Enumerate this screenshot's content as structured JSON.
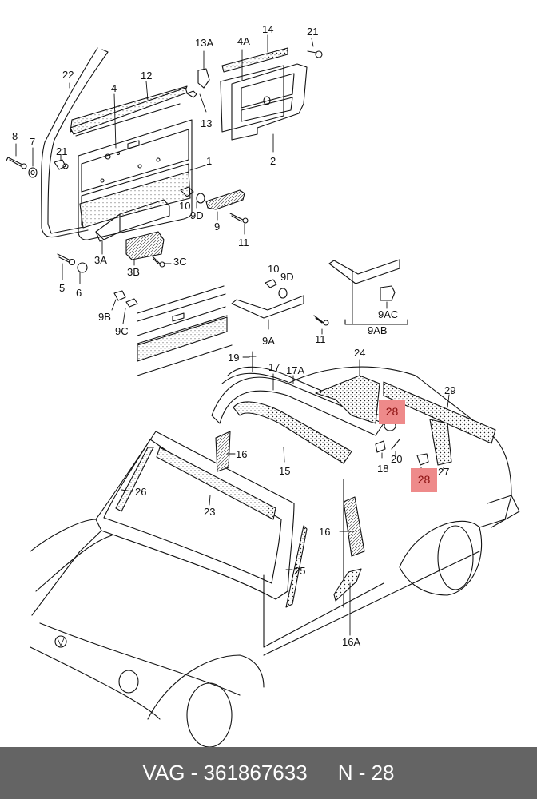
{
  "footer": {
    "brand": "VAG",
    "part_number": "361867633",
    "part_text": "VAG - 361867633",
    "position_text": "N - 28"
  },
  "highlight_color": "#ee8a8a",
  "highlighted_callout": "28",
  "callouts": [
    {
      "id": "22",
      "text": "22"
    },
    {
      "id": "4",
      "text": "4"
    },
    {
      "id": "12",
      "text": "12"
    },
    {
      "id": "13A",
      "text": "13A"
    },
    {
      "id": "4A",
      "text": "4A"
    },
    {
      "id": "14",
      "text": "14"
    },
    {
      "id": "21a",
      "text": "21"
    },
    {
      "id": "8",
      "text": "8"
    },
    {
      "id": "7",
      "text": "7"
    },
    {
      "id": "21b",
      "text": "21"
    },
    {
      "id": "13",
      "text": "13"
    },
    {
      "id": "1",
      "text": "1"
    },
    {
      "id": "2",
      "text": "2"
    },
    {
      "id": "10a",
      "text": "10"
    },
    {
      "id": "9Da",
      "text": "9D"
    },
    {
      "id": "9a",
      "text": "9"
    },
    {
      "id": "11a",
      "text": "11"
    },
    {
      "id": "3A",
      "text": "3A"
    },
    {
      "id": "3B",
      "text": "3B"
    },
    {
      "id": "3C",
      "text": "3C"
    },
    {
      "id": "5",
      "text": "5"
    },
    {
      "id": "6",
      "text": "6"
    },
    {
      "id": "10b",
      "text": "10"
    },
    {
      "id": "9Db",
      "text": "9D"
    },
    {
      "id": "9AC",
      "text": "9AC"
    },
    {
      "id": "9B",
      "text": "9B"
    },
    {
      "id": "9C",
      "text": "9C"
    },
    {
      "id": "9A",
      "text": "9A"
    },
    {
      "id": "11b",
      "text": "11"
    },
    {
      "id": "9AB",
      "text": "9AB"
    },
    {
      "id": "19",
      "text": "19"
    },
    {
      "id": "17",
      "text": "17"
    },
    {
      "id": "17A",
      "text": "17A"
    },
    {
      "id": "24",
      "text": "24"
    },
    {
      "id": "29",
      "text": "29"
    },
    {
      "id": "28a",
      "text": "28"
    },
    {
      "id": "20",
      "text": "20"
    },
    {
      "id": "18",
      "text": "18"
    },
    {
      "id": "27",
      "text": "27"
    },
    {
      "id": "28b",
      "text": "28"
    },
    {
      "id": "16a",
      "text": "16"
    },
    {
      "id": "15",
      "text": "15"
    },
    {
      "id": "26",
      "text": "26"
    },
    {
      "id": "23",
      "text": "23"
    },
    {
      "id": "16b",
      "text": "16"
    },
    {
      "id": "25",
      "text": "25"
    },
    {
      "id": "16A",
      "text": "16A"
    }
  ]
}
